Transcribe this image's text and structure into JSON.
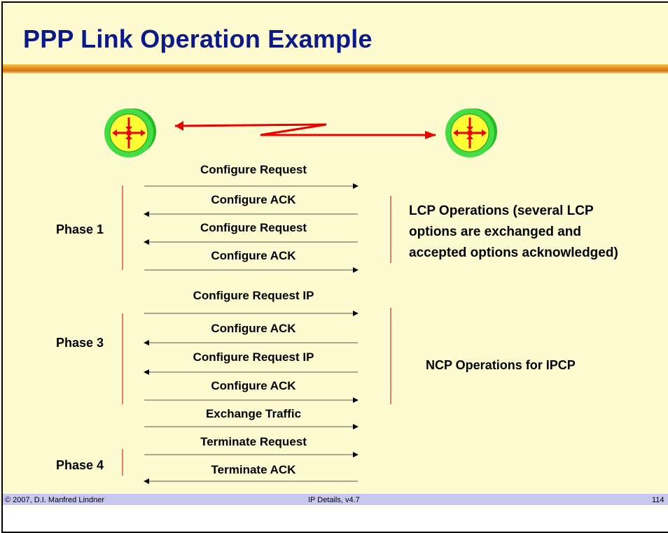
{
  "title": "PPP Link Operation Example",
  "messages": [
    {
      "label": "Configure Request",
      "direction": "right"
    },
    {
      "label": "Configure ACK",
      "direction": "left"
    },
    {
      "label": "Configure Request",
      "direction": "left"
    },
    {
      "label": "Configure ACK",
      "direction": "right"
    },
    {
      "label": "Configure Request IP",
      "direction": "right"
    },
    {
      "label": "Configure ACK",
      "direction": "left"
    },
    {
      "label": "Configure Request IP",
      "direction": "left"
    },
    {
      "label": "Configure ACK",
      "direction": "right"
    },
    {
      "label": "Exchange Traffic",
      "direction": "right"
    },
    {
      "label": "Terminate Request",
      "direction": "right"
    },
    {
      "label": "Terminate ACK",
      "direction": "left"
    }
  ],
  "phases": [
    "Phase 1",
    "Phase 3",
    "Phase 4"
  ],
  "lcp_description": [
    "LCP Operations (several LCP",
    "options are exchanged and",
    "accepted options acknowledged)"
  ],
  "ncp_description": "NCP Operations for IPCP",
  "footer": {
    "copyright": "© 2007, D.I. Manfred Lindner",
    "course": "IP Details, v4.7",
    "page": "114"
  },
  "colors": {
    "title": "#0b1a8a",
    "router_outer": "#33cc33",
    "router_inner": "#ffff33",
    "link": "#ee0000",
    "bracket": "#cc0000",
    "background": "#fffbd0",
    "footer": "#c9c6f0"
  },
  "icons": [
    "router-icon",
    "router-icon"
  ]
}
